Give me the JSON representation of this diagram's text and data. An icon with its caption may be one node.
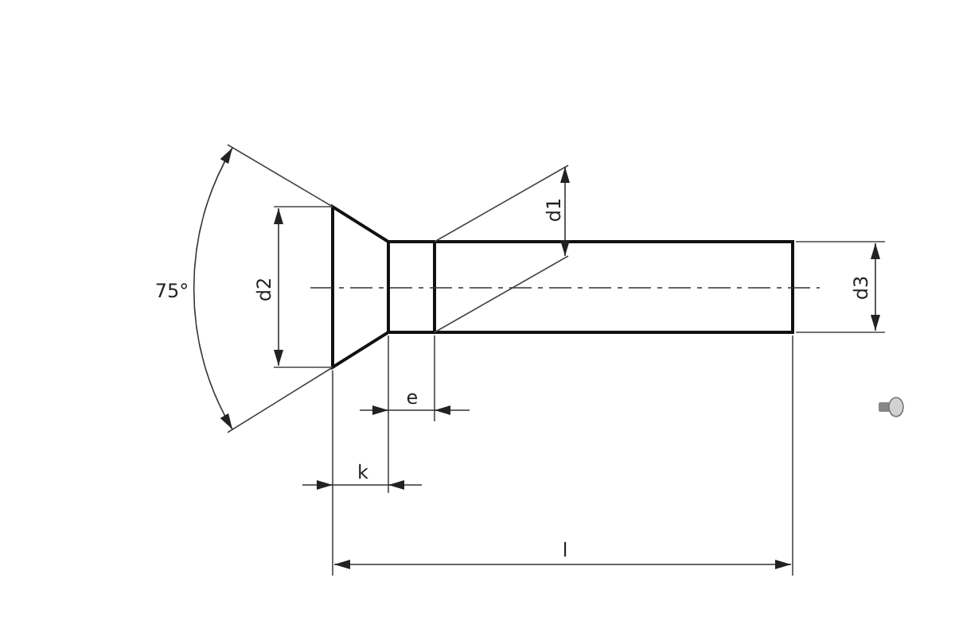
{
  "diagram": {
    "labels": [
      "d1",
      "d2",
      "75°",
      "d3",
      "e",
      "k",
      "l"
    ]
  }
}
